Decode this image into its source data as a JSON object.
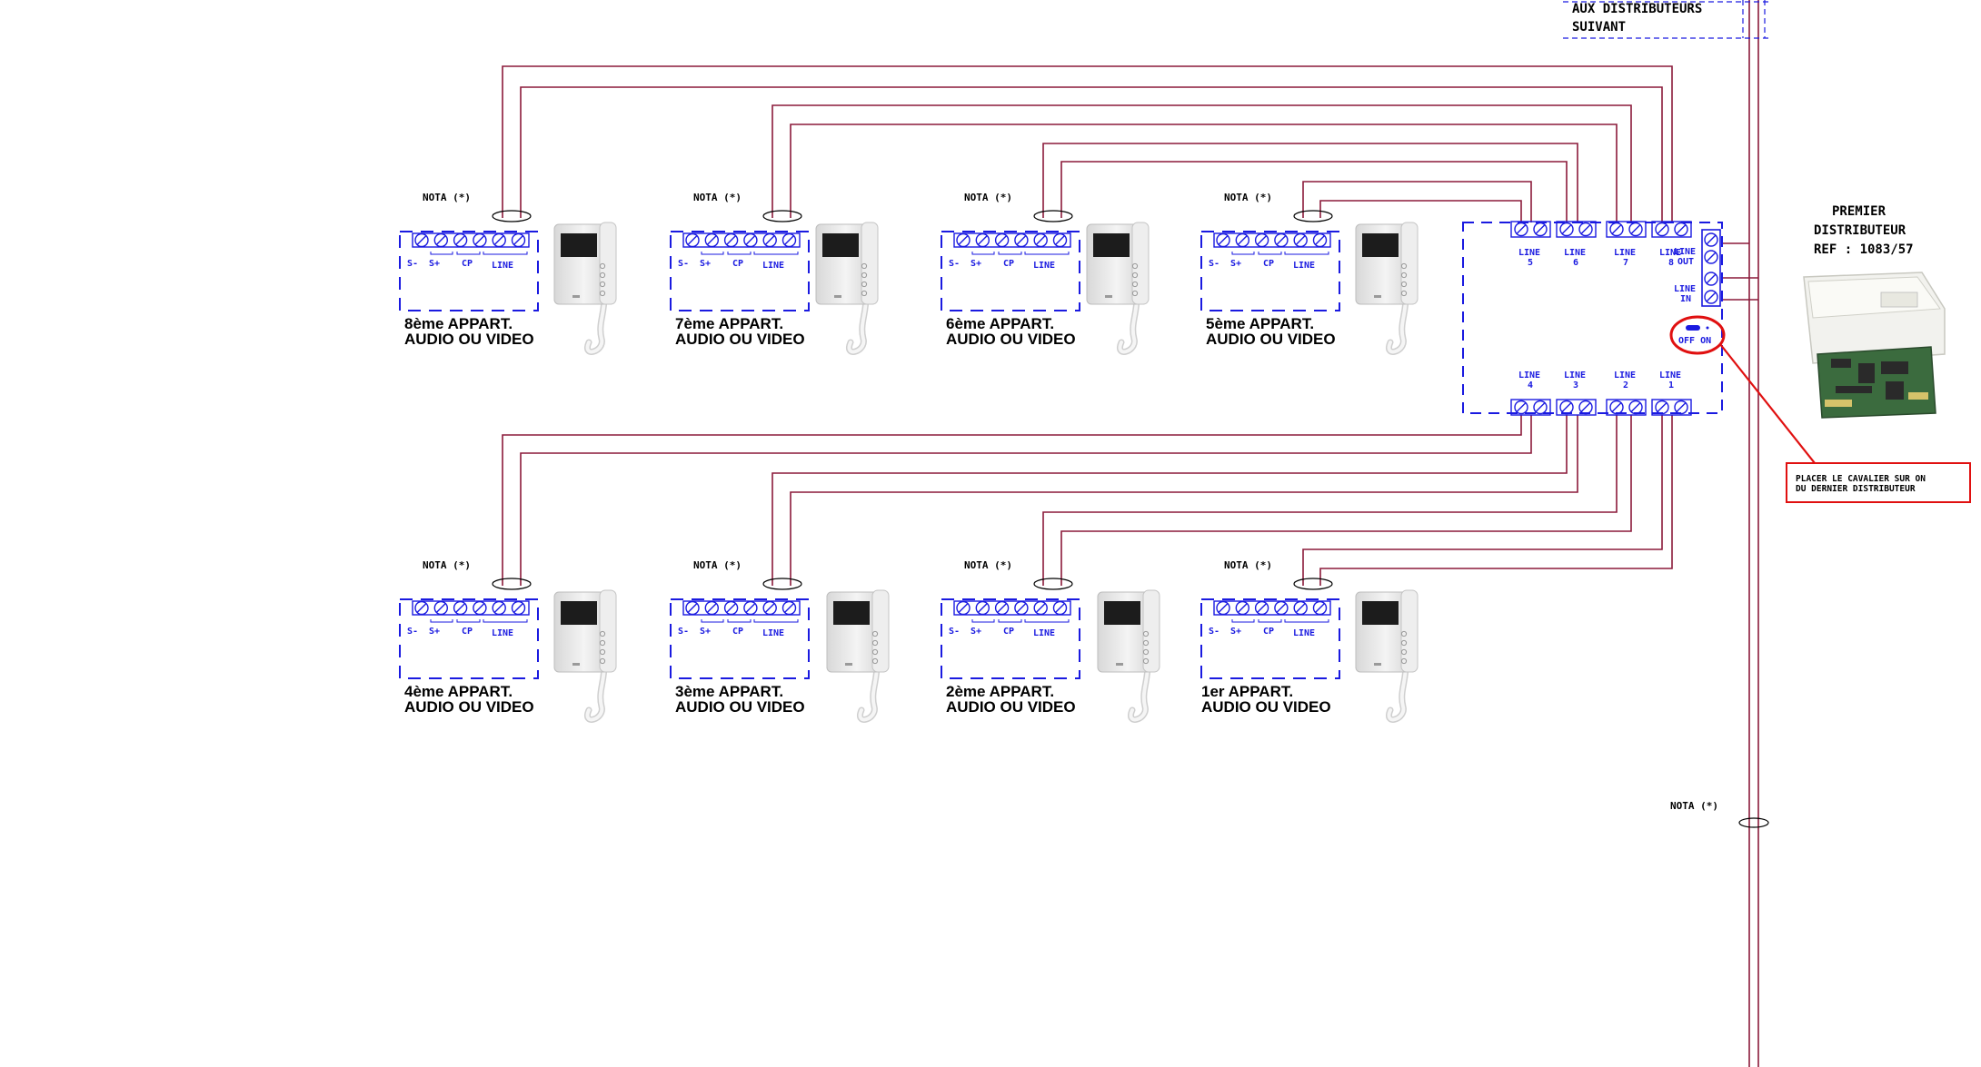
{
  "header_note": {
    "line1": "AUX DISTRIBUTEURS",
    "line2": "SUIVANT"
  },
  "distributor_title": {
    "line1": "PREMIER",
    "line2": "DISTRIBUTEUR",
    "line3": "REF : 1083/57"
  },
  "callout": {
    "line1": "PLACER LE CAVALIER SUR ON",
    "line2": "DU DERNIER DISTRIBUTEUR"
  },
  "nota_label": "NOTA (*)",
  "terminal_labels": {
    "s_minus": "S-",
    "s_plus": "S+",
    "cp": "CP",
    "line": "LINE"
  },
  "switch_label": "OFF ON",
  "distributor_ports": {
    "line_out": [
      "LINE",
      "OUT"
    ],
    "line_in": [
      "LINE",
      "IN"
    ],
    "top": [
      {
        "label": "LINE",
        "num": "5"
      },
      {
        "label": "LINE",
        "num": "6"
      },
      {
        "label": "LINE",
        "num": "7"
      },
      {
        "label": "LINE",
        "num": "8"
      }
    ],
    "bottom": [
      {
        "label": "LINE",
        "num": "4"
      },
      {
        "label": "LINE",
        "num": "3"
      },
      {
        "label": "LINE",
        "num": "2"
      },
      {
        "label": "LINE",
        "num": "1"
      }
    ]
  },
  "apartments": [
    {
      "name": "8ème APPART.",
      "type": "AUDIO OU VIDEO"
    },
    {
      "name": "7ème APPART.",
      "type": "AUDIO OU VIDEO"
    },
    {
      "name": "6ème APPART.",
      "type": "AUDIO OU VIDEO"
    },
    {
      "name": "5ème APPART.",
      "type": "AUDIO OU VIDEO"
    },
    {
      "name": "4ème APPART.",
      "type": "AUDIO OU VIDEO"
    },
    {
      "name": "3ème APPART.",
      "type": "AUDIO OU VIDEO"
    },
    {
      "name": "2ème APPART.",
      "type": "AUDIO OU VIDEO"
    },
    {
      "name": "1er APPART.",
      "type": "AUDIO OU VIDEO"
    }
  ],
  "colors": {
    "wire": "#8b1a3a",
    "terminal": "#1a1ae0",
    "callout": "#e01010"
  }
}
